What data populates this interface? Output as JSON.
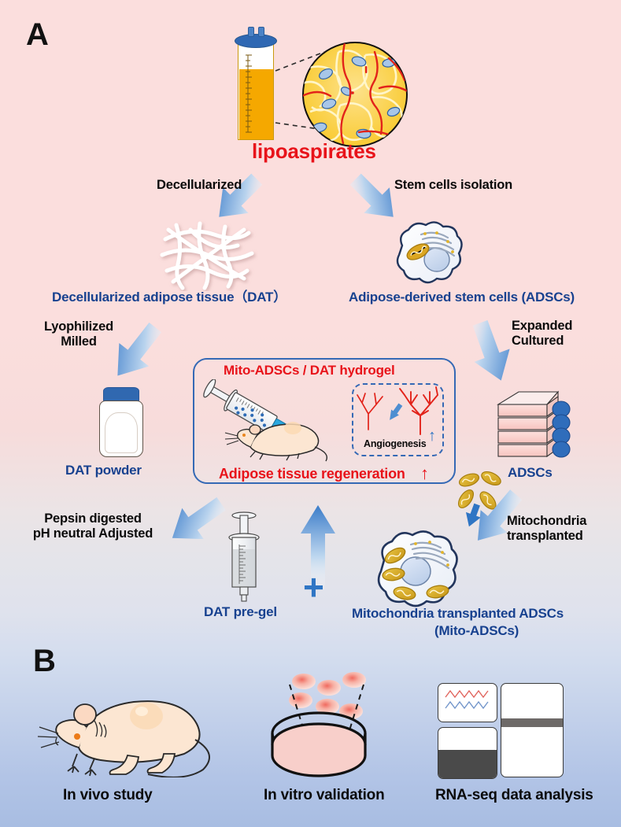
{
  "figure": {
    "panels": [
      {
        "letter": "A"
      },
      {
        "letter": "B"
      }
    ]
  },
  "panel_a": {
    "letter": "A",
    "source_label": "lipoaspirates",
    "steps": {
      "decellularized": "Decellularized",
      "stem_cells_isolation": "Stem cells isolation",
      "lyophilized_milled": "Lyophilized\nMilled",
      "expanded_cultured": "Expanded\nCultured",
      "pepsin_digested": "Pepsin digested\npH neutral Adjusted",
      "mitochondria_transplanted": "Mitochondria\ntransplanted"
    },
    "products": {
      "dat": "Decellularized adipose tissue（DAT）",
      "adscs_cell": "Adipose-derived stem cells (ADSCs)",
      "dat_powder": "DAT powder",
      "adscs_flasks": "ADSCs",
      "dat_pregel": "DAT pre-gel",
      "mito_adscs_line1": "Mitochondria transplanted ADSCs",
      "mito_adscs_line2": "(Mito-ADSCs)"
    },
    "hydrogel_box": {
      "title": "Mito-ADSCs / DAT hydrogel",
      "outcome": "Adipose tissue regeneration",
      "outcome_arrow": "↑",
      "angiogenesis_label": "Angiogenesis",
      "angiogenesis_arrow": "↑"
    },
    "plus_symbol": "+"
  },
  "panel_b": {
    "letter": "B",
    "items": [
      {
        "label": "In vivo study",
        "icon": "mouse-icon"
      },
      {
        "label": "In vitro validation",
        "icon": "petri-dish-icon"
      },
      {
        "label": "RNA-seq data analysis",
        "icon": "rna-seq-icon"
      }
    ]
  },
  "colors": {
    "label_blue": "#17418f",
    "label_red": "#e8131a",
    "label_black": "#0a0a0a",
    "arrow_blue": "#3a7bc8",
    "box_border": "#3569b5",
    "lipid_yellow": "#f8cf3a",
    "vessel_red": "#e2231a",
    "mito_gold": "#d1a62c",
    "bg_top": "#fbdedd",
    "bg_bottom": "#a8bde2"
  }
}
